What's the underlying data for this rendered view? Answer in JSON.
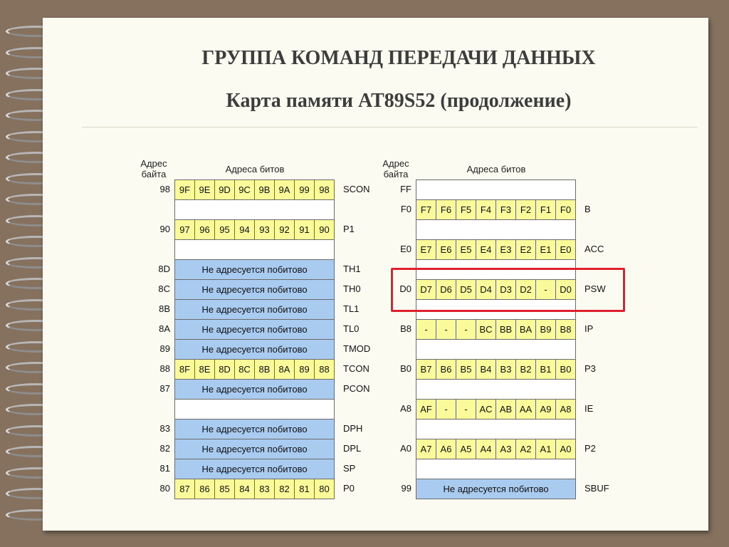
{
  "title_line1": "ГРУППА КОМАНД ПЕРЕДАЧИ ДАННЫХ",
  "title_line2": "Карта памяти AT89S52 (продолжение)",
  "left_table": {
    "header_byte": "Адрес\nбайта",
    "header_bits": "Адреса битов",
    "rows": [
      {
        "addr": "98",
        "type": "bits",
        "bits": [
          "9F",
          "9E",
          "9D",
          "9C",
          "9B",
          "9A",
          "99",
          "98"
        ],
        "reg": "SCON"
      },
      {
        "addr": "",
        "type": "empty",
        "reg": ""
      },
      {
        "addr": "90",
        "type": "bits",
        "bits": [
          "97",
          "96",
          "95",
          "94",
          "93",
          "92",
          "91",
          "90"
        ],
        "reg": "P1"
      },
      {
        "addr": "",
        "type": "empty",
        "reg": ""
      },
      {
        "addr": "8D",
        "type": "na",
        "text": "Не адресуется побитово",
        "reg": "TH1"
      },
      {
        "addr": "8C",
        "type": "na",
        "text": "Не адресуется побитово",
        "reg": "TH0"
      },
      {
        "addr": "8B",
        "type": "na",
        "text": "Не адресуется побитово",
        "reg": "TL1"
      },
      {
        "addr": "8A",
        "type": "na",
        "text": "Не адресуется побитово",
        "reg": "TL0"
      },
      {
        "addr": "89",
        "type": "na",
        "text": "Не адресуется побитово",
        "reg": "TMOD"
      },
      {
        "addr": "88",
        "type": "bits",
        "bits": [
          "8F",
          "8E",
          "8D",
          "8C",
          "8B",
          "8A",
          "89",
          "88"
        ],
        "reg": "TCON"
      },
      {
        "addr": "87",
        "type": "na",
        "text": "Не адресуется побитово",
        "reg": "PCON"
      },
      {
        "addr": "",
        "type": "empty",
        "reg": ""
      },
      {
        "addr": "83",
        "type": "na",
        "text": "Не адресуется побитово",
        "reg": "DPH"
      },
      {
        "addr": "82",
        "type": "na",
        "text": "Не адресуется побитово",
        "reg": "DPL"
      },
      {
        "addr": "81",
        "type": "na",
        "text": "Не адресуется побитово",
        "reg": "SP"
      },
      {
        "addr": "80",
        "type": "bits",
        "bits": [
          "87",
          "86",
          "85",
          "84",
          "83",
          "82",
          "81",
          "80"
        ],
        "reg": "P0"
      }
    ]
  },
  "right_table": {
    "header_byte": "Адрес\nбайта",
    "header_bits": "Адреса битов",
    "rows": [
      {
        "addr": "FF",
        "type": "empty",
        "reg": ""
      },
      {
        "addr": "F0",
        "type": "bits",
        "bits": [
          "F7",
          "F6",
          "F5",
          "F4",
          "F3",
          "F2",
          "F1",
          "F0"
        ],
        "reg": "B"
      },
      {
        "addr": "",
        "type": "empty",
        "reg": ""
      },
      {
        "addr": "E0",
        "type": "bits",
        "bits": [
          "E7",
          "E6",
          "E5",
          "E4",
          "E3",
          "E2",
          "E1",
          "E0"
        ],
        "reg": "ACC"
      },
      {
        "addr": "",
        "type": "empty",
        "reg": ""
      },
      {
        "addr": "D0",
        "type": "bits",
        "bits": [
          "D7",
          "D6",
          "D5",
          "D4",
          "D3",
          "D2",
          "-",
          "D0"
        ],
        "reg": "PSW"
      },
      {
        "addr": "",
        "type": "empty",
        "reg": ""
      },
      {
        "addr": "B8",
        "type": "bits",
        "bits": [
          "-",
          "-",
          "-",
          "BC",
          "BB",
          "BA",
          "B9",
          "B8"
        ],
        "reg": "IP"
      },
      {
        "addr": "",
        "type": "empty",
        "reg": ""
      },
      {
        "addr": "B0",
        "type": "bits",
        "bits": [
          "B7",
          "B6",
          "B5",
          "B4",
          "B3",
          "B2",
          "B1",
          "B0"
        ],
        "reg": "P3"
      },
      {
        "addr": "",
        "type": "empty",
        "reg": ""
      },
      {
        "addr": "A8",
        "type": "bits",
        "bits": [
          "AF",
          "-",
          "-",
          "AC",
          "AB",
          "AA",
          "A9",
          "A8"
        ],
        "reg": "IE"
      },
      {
        "addr": "",
        "type": "empty",
        "reg": ""
      },
      {
        "addr": "A0",
        "type": "bits",
        "bits": [
          "A7",
          "A6",
          "A5",
          "A4",
          "A3",
          "A2",
          "A1",
          "A0"
        ],
        "reg": "P2"
      },
      {
        "addr": "",
        "type": "empty",
        "reg": ""
      },
      {
        "addr": "99",
        "type": "na",
        "text": "Не адресуется побитово",
        "reg": "SBUF"
      }
    ]
  },
  "colors": {
    "bit_cell": "#fafa9b",
    "non_bit_cell": "#a9cbf0",
    "highlight": "#e0202e",
    "background": "#86715e",
    "paper": "#fbfbf2"
  }
}
